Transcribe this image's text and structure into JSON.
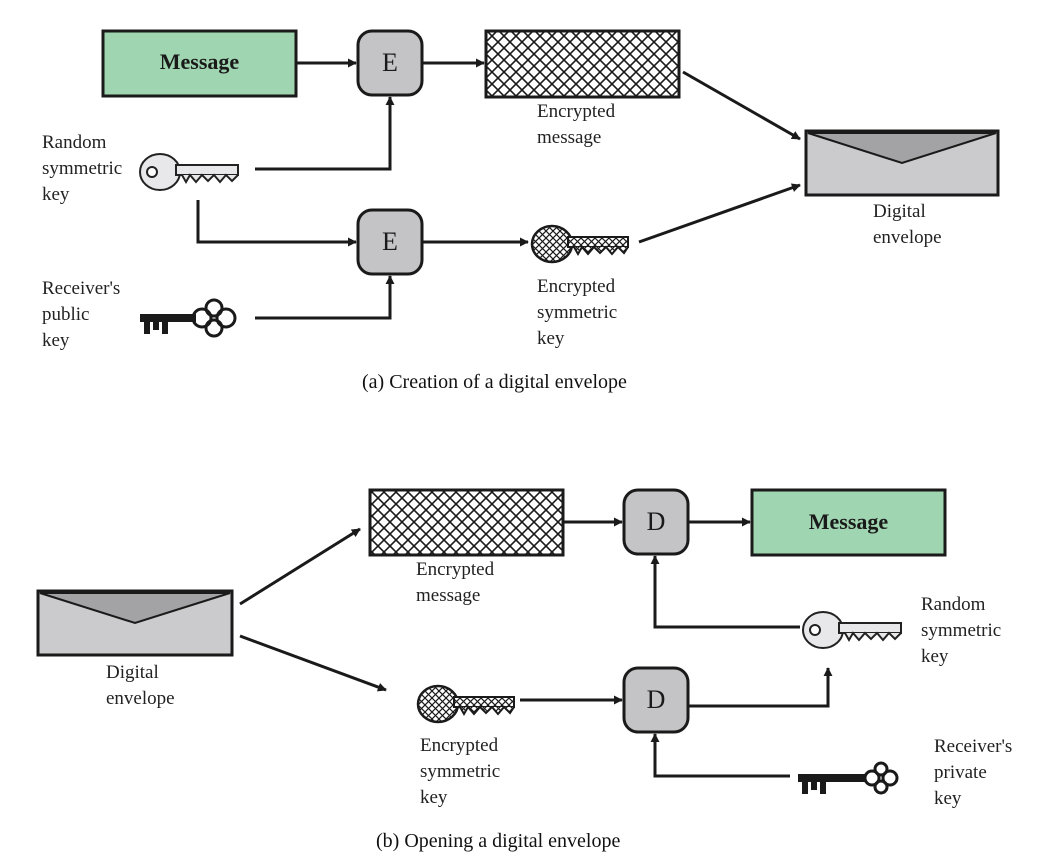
{
  "part_a": {
    "caption": "(a) Creation of a digital envelope",
    "message_label": "Message",
    "encrypt_op_top": "E",
    "encrypt_op_bottom": "E",
    "random_key_label": [
      "Random",
      "symmetric",
      "key"
    ],
    "public_key_label": [
      "Receiver's",
      "public",
      "key"
    ],
    "encrypted_message_label": [
      "Encrypted",
      "message"
    ],
    "encrypted_key_label": [
      "Encrypted",
      "symmetric",
      "key"
    ],
    "envelope_label": [
      "Digital",
      "envelope"
    ]
  },
  "part_b": {
    "caption": "(b) Opening a digital envelope",
    "message_label": "Message",
    "decrypt_op_top": "D",
    "decrypt_op_bottom": "D",
    "envelope_label": [
      "Digital",
      "envelope"
    ],
    "encrypted_message_label": [
      "Encrypted",
      "message"
    ],
    "encrypted_key_label": [
      "Encrypted",
      "symmetric",
      "key"
    ],
    "random_key_label": [
      "Random",
      "symmetric",
      "key"
    ],
    "private_key_label": [
      "Receiver's",
      "private",
      "key"
    ]
  },
  "colors": {
    "message_fill": "#9fd5b0",
    "operation_fill": "#c4c4c6",
    "envelope_fill": "#cbcbcd",
    "envelope_flap": "#a3a3a5",
    "line": "#1a1a1a"
  },
  "icons": {
    "random_key": "key-light-icon",
    "public_key": "key-dark-icon",
    "encrypted_key": "key-hatched-icon",
    "private_key": "key-dark-icon",
    "envelope": "envelope-icon"
  }
}
